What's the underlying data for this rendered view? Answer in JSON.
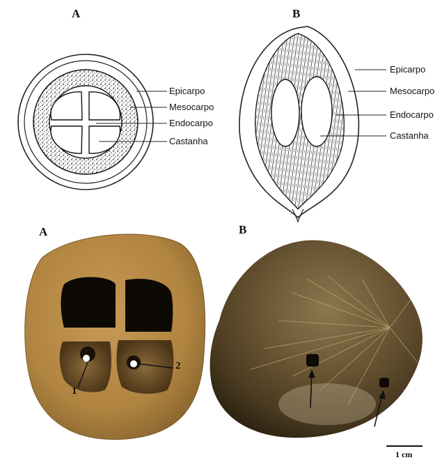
{
  "top_row": {
    "panel_a": {
      "letter": "A",
      "labels": [
        "Epicarpo",
        "Mesocarpo",
        "Endocarpo",
        "Castanha"
      ]
    },
    "panel_b": {
      "letter": "B",
      "labels": [
        "Epicarpo",
        "Mesocarpo",
        "Endocarpo",
        "Castanha"
      ]
    }
  },
  "bottom_row": {
    "panel_a": {
      "letter": "A",
      "markers": [
        "1",
        "2"
      ]
    },
    "panel_b": {
      "letter": "B"
    }
  },
  "scale_bar": {
    "label": "1 cm"
  },
  "colors": {
    "fruit_tan": "#b58a45",
    "fruit_dark": "#4a3a22",
    "husk_brown": "#6d5a36"
  }
}
